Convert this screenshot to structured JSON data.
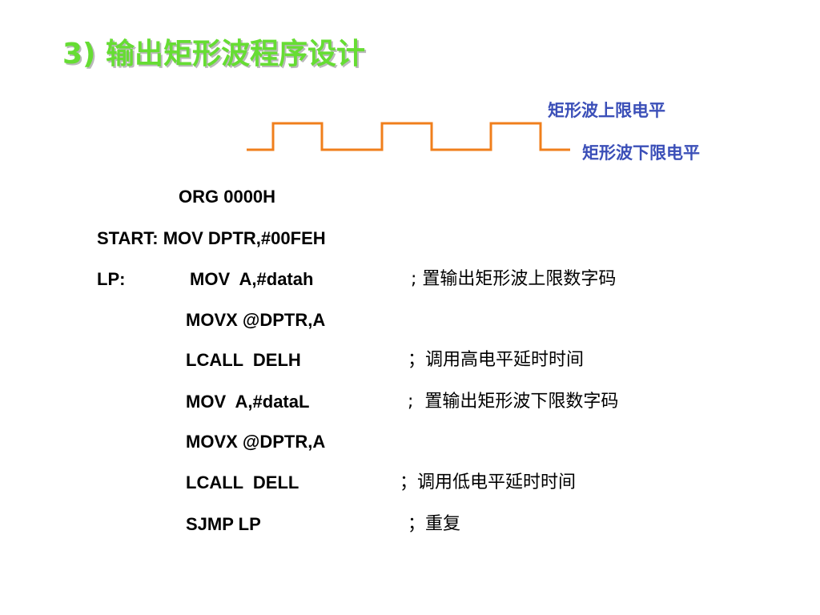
{
  "slide": {
    "title": "3)  输出矩形波程序设计"
  },
  "waveform": {
    "color": "#f07f1c",
    "upper_label": "矩形波上限电平",
    "lower_label": "矩形波下限电平"
  },
  "program": {
    "org": "ORG 0000H",
    "start": "START: MOV DPTR,#00FEH",
    "lp_label": "LP:",
    "lines": [
      {
        "code": "MOV  A,#datah",
        "comment": "; 置输出矩形波上限数字码"
      },
      {
        "code": "MOVX @DPTR,A",
        "comment": ""
      },
      {
        "code": "LCALL  DELH",
        "comment": "；调用高电平延时时间"
      },
      {
        "code": "MOV  A,#dataL",
        "comment": ";  置输出矩形波下限数字码"
      },
      {
        "code": "MOVX @DPTR,A",
        "comment": ""
      },
      {
        "code": "LCALL  DELL",
        "comment": "；调用低电平延时时间"
      },
      {
        "code": "SJMP LP",
        "comment": "；重复"
      }
    ]
  }
}
